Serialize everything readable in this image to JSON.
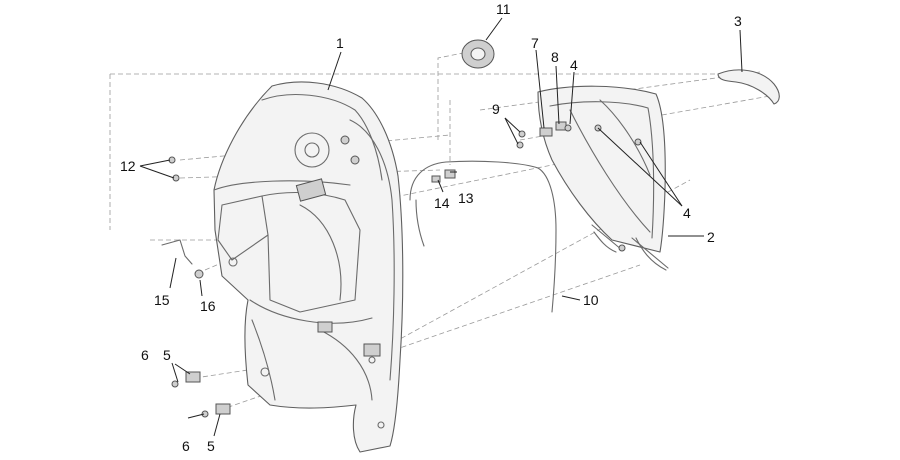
{
  "callouts": {
    "c1": "1",
    "c2": "2",
    "c3": "3",
    "c4a": "4",
    "c4b": "4",
    "c5a": "5",
    "c5b": "5",
    "c6a": "6",
    "c6b": "6",
    "c7": "7",
    "c8": "8",
    "c9": "9",
    "c10": "10",
    "c11": "11",
    "c12": "12",
    "c13": "13",
    "c14": "14",
    "c15": "15",
    "c16": "16"
  },
  "colors": {
    "line": "#6b6b6b",
    "text": "#111111",
    "background": "#ffffff"
  }
}
